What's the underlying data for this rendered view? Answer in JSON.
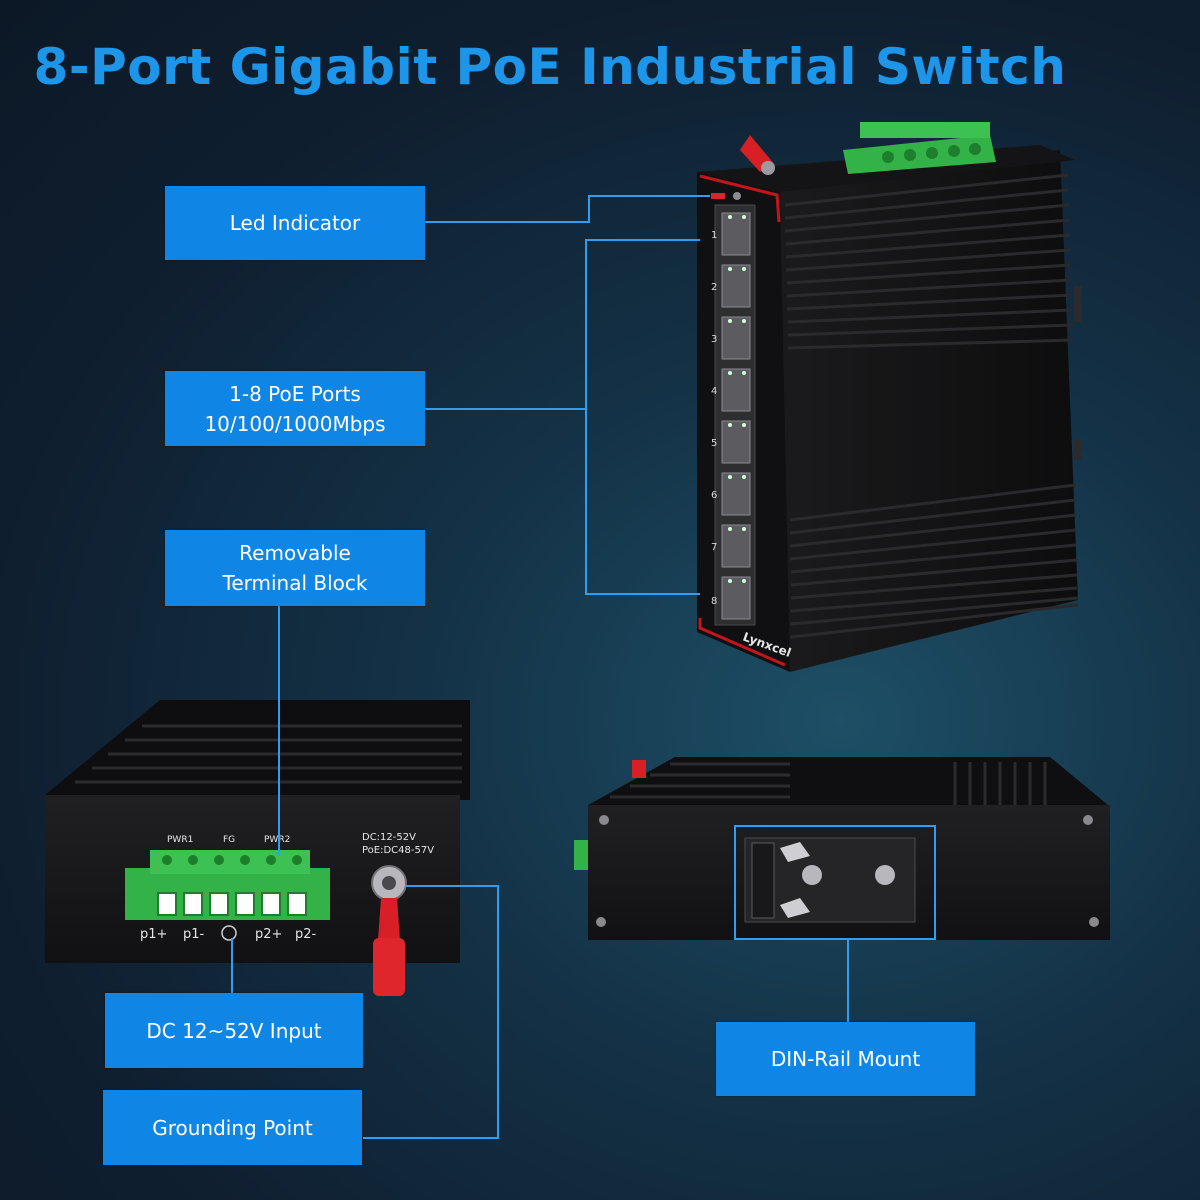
{
  "title": "8-Port Gigabit PoE Industrial Switch",
  "labels": {
    "led_indicator": "Led Indicator",
    "poe_ports_line1": "1-8 PoE Ports",
    "poe_ports_line2": "10/100/1000Mbps",
    "terminal_line1": "Removable",
    "terminal_line2": "Terminal Block",
    "dc_input": "DC 12~52V Input",
    "grounding": "Grounding Point",
    "din_rail": "DIN-Rail Mount"
  },
  "device": {
    "brand": "Lynxcel",
    "port_numbers": [
      "1",
      "2",
      "3",
      "4",
      "5",
      "6",
      "7",
      "8"
    ],
    "terminal_top_labels": [
      "PWR1",
      "FG",
      "PWR2"
    ],
    "terminal_bottom_labels": [
      "p1+",
      "p1-",
      "p2+",
      "p2-"
    ],
    "power_spec_line1": "DC:12-52V",
    "power_spec_line2": "PoE:DC48-57V"
  },
  "colors": {
    "accent_blue": "#0f86e6",
    "title_blue": "#1d95e8",
    "connector_line": "#2f9ef2",
    "terminal_green": "#33b347",
    "lug_red": "#d81f26"
  }
}
